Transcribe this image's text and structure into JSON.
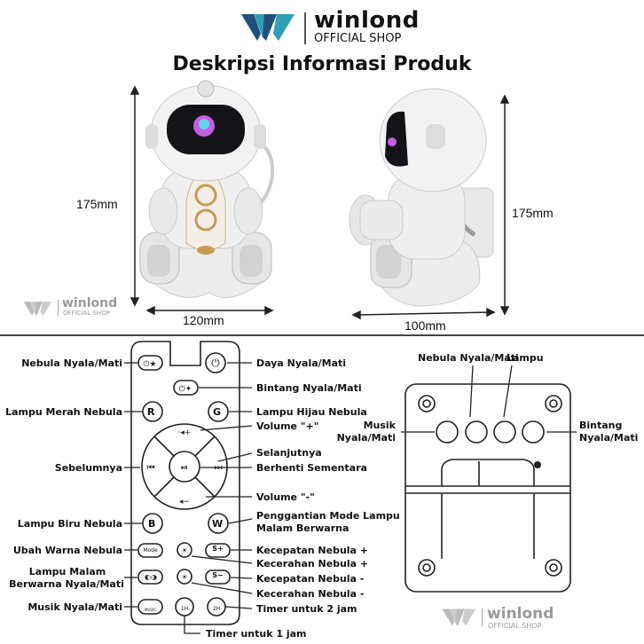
{
  "header": {
    "brand_name": "winlond",
    "brand_sub": "OFFICIAL SHOP",
    "title": "Deskripsi Informasi Produk"
  },
  "dimensions": {
    "front_height": "175mm",
    "front_width": "120mm",
    "side_height": "175mm",
    "side_width": "100mm"
  },
  "watermark": {
    "name": "winlond",
    "sub": "OFFICIAL SHOP"
  },
  "remote": {
    "labels_left": {
      "nebula_power": "Nebula Nyala/Mati",
      "red_nebula": "Lampu Merah Nebula",
      "previous": "Sebelumnya",
      "blue_nebula": "Lampu Biru Nebula",
      "nebula_color": "Ubah Warna Nebula",
      "night_light_line1": "Lampu Malam",
      "night_light_line2": "Berwarna Nyala/Mati",
      "music_power": "Musik Nyala/Mati"
    },
    "labels_right": {
      "power": "Daya Nyala/Mati",
      "star_power": "Bintang Nyala/Mati",
      "green_nebula": "Lampu Hijau Nebula",
      "volume_up": "Volume \"+\"",
      "next": "Selanjutnya",
      "pause": "Berhenti Sementara",
      "volume_down": "Volume \"-\"",
      "mode_line1": "Penggantian Mode Lampu",
      "mode_line2": "Malam Berwarna",
      "nebula_speed_up": "Kecepatan Nebula +",
      "nebula_bright_up": "Kecerahan Nebula +",
      "nebula_speed_down": "Kecepatan Nebula -",
      "nebula_bright_down": "Kecerahan Nebula -",
      "timer_2h": "Timer untuk 2 jam"
    },
    "label_bottom": {
      "timer_1h": "Timer untuk 1 jam"
    },
    "buttons": {
      "r": "R",
      "g": "G",
      "b": "B",
      "w": "W",
      "mode": "Mode",
      "splus": "S+",
      "sminus": "S−",
      "music": "MUSIC",
      "t1h": "1H",
      "t2h": "2H"
    }
  },
  "base_panel": {
    "nebula_power": "Nebula Nyala/Mati",
    "lamp": "Lampu",
    "music_line1": "Musik",
    "music_line2": "Nyala/Mati",
    "star_line1": "Bintang",
    "star_line2": "Nyala/Mati"
  },
  "colors": {
    "text": "#111111",
    "line": "#222222",
    "watermark": "#999999",
    "brand_blue": "#1f4f7a",
    "brand_teal": "#2e9fb5"
  }
}
